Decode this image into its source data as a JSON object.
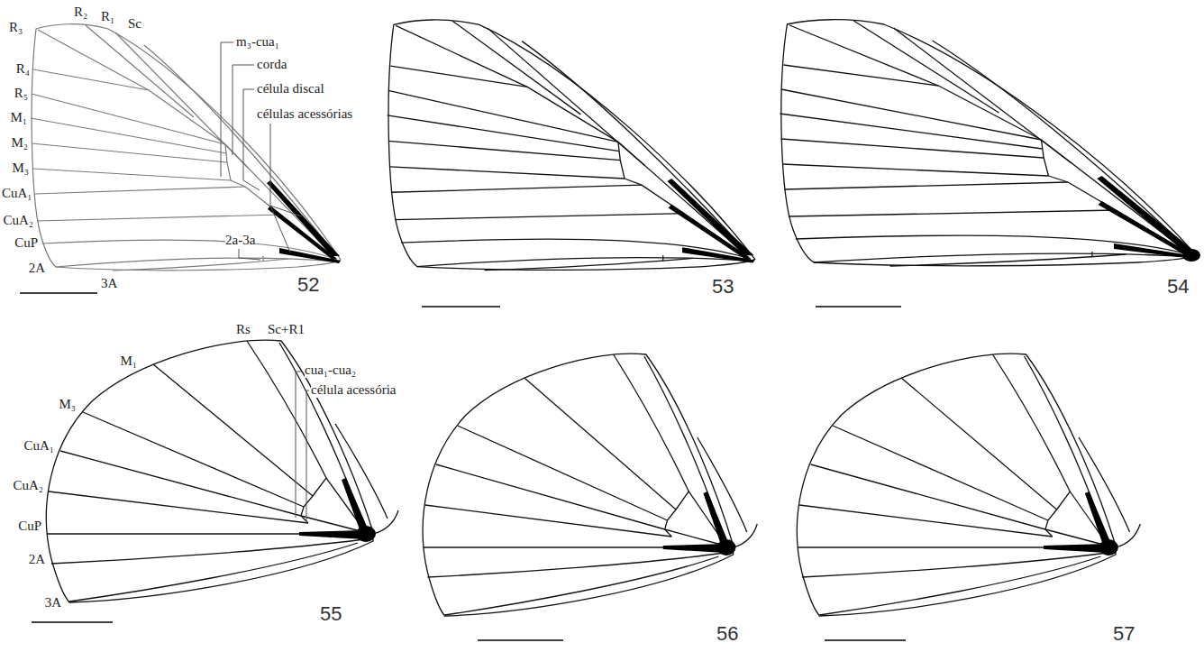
{
  "diagram": {
    "labels": [
      "R₃",
      "R₂",
      "R₁",
      "Sc",
      "R₄",
      "R₅",
      "M₁",
      "M₂",
      "M₃",
      "CuA₁",
      "CuA₂",
      "CuP",
      "2A",
      "3A",
      "m₃-cua₁",
      "corda",
      "célula discal",
      "células acessórias",
      "2a-3a",
      "52",
      "53",
      "54",
      "Rs",
      "Sc+R1",
      "M₁",
      "M₃",
      "CuA₁",
      "CuA₂",
      "CuP",
      "2A",
      "3A",
      "cua₁-cua₂",
      "célula acessória",
      "55",
      "56",
      "57"
    ]
  }
}
